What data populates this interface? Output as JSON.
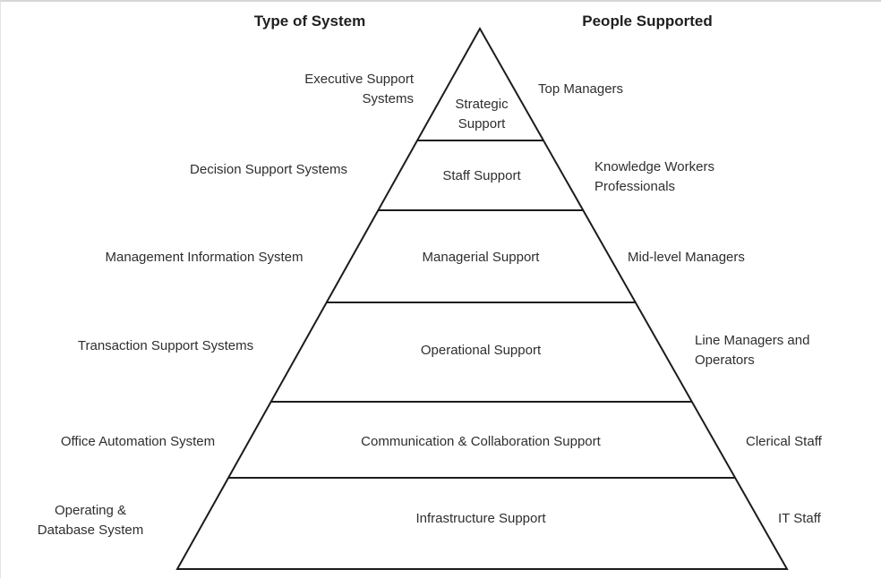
{
  "headers": {
    "left": "Type of System",
    "right": "People Supported"
  },
  "levels": [
    {
      "type": "Executive Support\nSystems",
      "support": "Strategic\nSupport",
      "people": "Top Managers"
    },
    {
      "type": "Decision Support Systems",
      "support": "Staff Support",
      "people": "Knowledge Workers\nProfessionals"
    },
    {
      "type": "Management Information System",
      "support": "Managerial Support",
      "people": "Mid-level Managers"
    },
    {
      "type": "Transaction Support Systems",
      "support": "Operational Support",
      "people": "Line Managers and\nOperators"
    },
    {
      "type": "Office Automation System",
      "support": "Communication & Collaboration Support",
      "people": "Clerical Staff"
    },
    {
      "type": "Operating &\nDatabase System",
      "support": "Infrastructure Support",
      "people": "IT Staff"
    }
  ],
  "colors": {
    "line": "#1c1c1c",
    "text": "#2e2e2e",
    "background": "#ffffff"
  }
}
